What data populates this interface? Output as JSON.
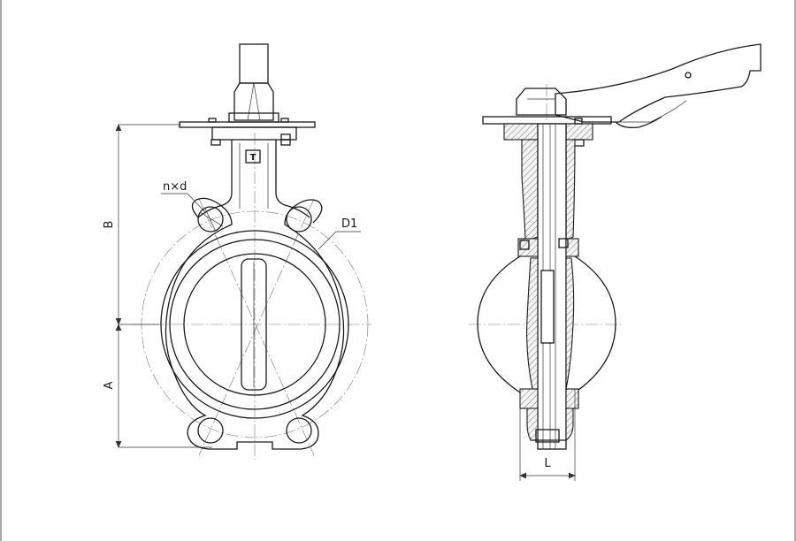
{
  "labels": {
    "bolt_holes": "n×d",
    "bolt_circle": "D1",
    "height_upper": "B",
    "height_lower": "A",
    "face_length": "L"
  },
  "colors": {
    "line": "#1a1a1a",
    "centerline": "#777777",
    "background": "#ffffff"
  }
}
